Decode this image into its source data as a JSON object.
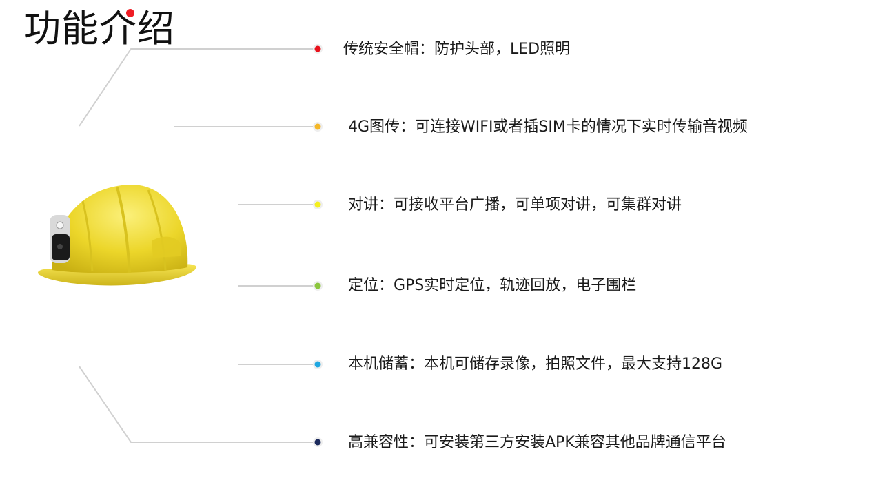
{
  "title": "功能介绍",
  "features": [
    {
      "text": "传统安全帽：防护头部，LED照明",
      "dot_color": "#e8111b"
    },
    {
      "text": "4G图传：可连接WIFI或者插SIM卡的情况下实时传输音视频",
      "dot_color": "#f4b728"
    },
    {
      "text": "对讲：可接收平台广播，可单项对讲，可集群对讲",
      "dot_color": "#f4ef1e"
    },
    {
      "text": "定位：GPS实时定位，轨迹回放，电子围栏",
      "dot_color": "#8cc63e"
    },
    {
      "text": "本机储蓄：本机可储存录像，拍照文件，最大支持128G",
      "dot_color": "#1fa7e1"
    },
    {
      "text": "高兼容性：可安装第三方安装APK兼容其他品牌通信平台",
      "dot_color": "#1c2a5c"
    }
  ],
  "colors": {
    "line": "#d0d0d0",
    "title_dot": "#ef1c24",
    "helmet": "#ecd62a"
  },
  "icons": {
    "helmet": "safety-helmet-image"
  }
}
